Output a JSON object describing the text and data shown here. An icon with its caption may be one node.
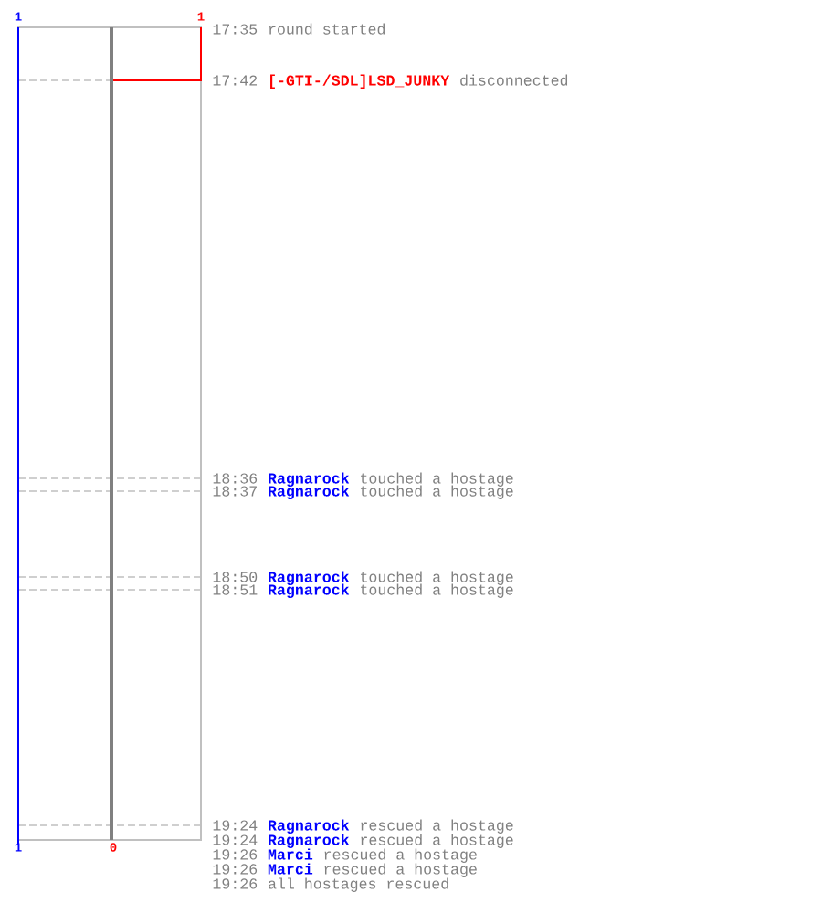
{
  "diagram": {
    "labels": [
      "1",
      "1",
      "17:35",
      "round started",
      "17:42",
      "[-GTI-/SDL]LSD_JUNKY",
      "disconnected",
      "18:36",
      "Ragnarock",
      "touched a hostage",
      "18:37",
      "Ragnarock",
      "touched a hostage",
      "18:50",
      "Ragnarock",
      "touched a hostage",
      "18:51",
      "Ragnarock",
      "touched a hostage",
      "19:24",
      "Ragnarock",
      "rescued a hostage",
      "19:24",
      "Ragnarock",
      "rescued a hostage",
      "1",
      "0",
      "19:26",
      "Marci",
      "rescued a hostage",
      "19:26",
      "Marci",
      "rescued a hostage",
      "19:26",
      "all hostages rescued"
    ]
  }
}
